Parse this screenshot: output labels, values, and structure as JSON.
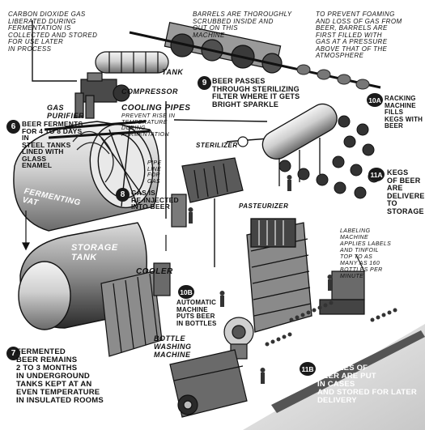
{
  "captions": {
    "co2": "CARBON DIOXIDE GAS\nLIBERATED DURING\nFERMENTATION IS\nCOLLECTED and STORED\nFOR USE LATER\nIN PROCESS",
    "barrels_scrubbed": "BARRELS ARE THOROUGHLY\nSCRUBBED INSIDE AND\nOUT ON THIS\nMACHINE",
    "foaming": "TO PREVENT FOAMING\nAND LOSS OF GAS FROM\nBEER, BARRELS ARE\nFIRST FILLED WITH\nGAS AT A PRESSURE\nABOVE THAT OF THE\nATMOSPHERE",
    "cooling_note": "PREVENT RISE IN\nTEMPERATURE\nDURING\nFERMENTATION",
    "pipe_note": "PIPE\nLINE\nFOR\nGAS",
    "labeling": "LABELING\nMACHINE\nAPPLIES LABELS\nAND TINFOIL\nTOP TO AS\nMANY AS 160\nBOTTLES PER\nMINUTE"
  },
  "steps": {
    "s6": {
      "number": "6",
      "text": "BEER FERMENTS\nfor 4 to 8 DAYS IN\nSTEEL    TANKS\nLINED WITH\nGLASS\nENAMEL"
    },
    "s7": {
      "number": "7",
      "text": "FERMENTED\nBEER REMAINS\n2 to 3 MONTHS\nIN UNDERGROUND\nTANKS KEPT AT AN\nEVEN TEMPERATURE\nIN INSULATED ROOMS"
    },
    "s8": {
      "number": "8",
      "text": "GAS IS\nRE-INJECTED\nINTO BEER"
    },
    "s9": {
      "number": "9",
      "text": "BEER PASSES\nTHROUGH STERILIZING\nFILTER WHERE IT GETS\nBRIGHT SPARKLE"
    },
    "s10a": {
      "number": "10A",
      "text": "RACKING\nMACHINE FILLS\nKEGS WITH\nBEER"
    },
    "s10b": {
      "number": "10B",
      "text": "AUTOMATIC\nMACHINE\nPUTS BEER\nIN BOTTLES"
    },
    "s11a": {
      "number": "11A",
      "text": "KEGS\nOF BEER\nARE\nDELIVERED\nTO STORAGE"
    },
    "s11b": {
      "number": "11B",
      "text": "BOTTLES OF\nBEER ARE PUT\nIN CASES\nAND STORED FOR LATER\nDELIVERY"
    }
  },
  "labels": {
    "tank": "TANK",
    "compressor": "COMPRESSOR",
    "gas_purifier": "GAS\nPURIFIER",
    "cooling_pipes": "COOLING PIPES",
    "sterilizer": "STERILIZER",
    "fermenting_vat": "FERMENTING\nVAT",
    "storage_tank": "STORAGE\nTANK",
    "cooler": "COOLER",
    "pasteurizer": "PASTEURIZER",
    "bottle_washing": "BOTTLE\nWASHING\nMACHINE"
  }
}
